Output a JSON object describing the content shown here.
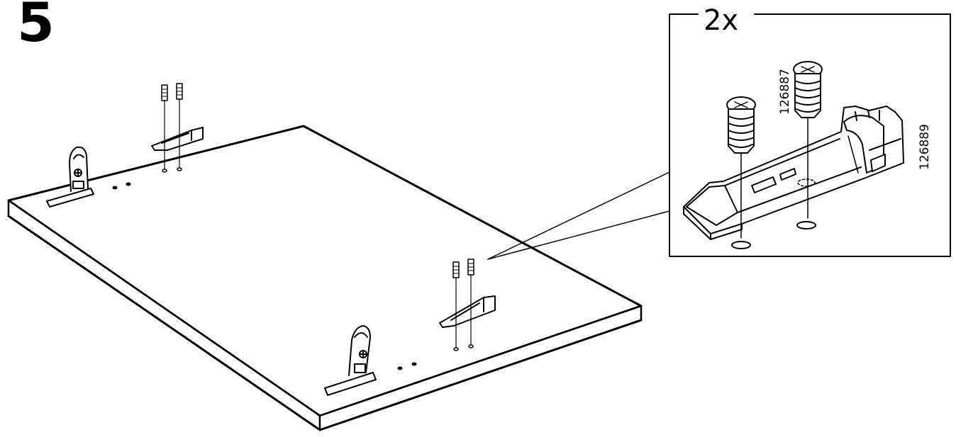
{
  "step": {
    "number": "5"
  },
  "detail": {
    "quantity": "2x",
    "part_numbers": {
      "dowel": "126887",
      "bracket": "126889"
    }
  }
}
